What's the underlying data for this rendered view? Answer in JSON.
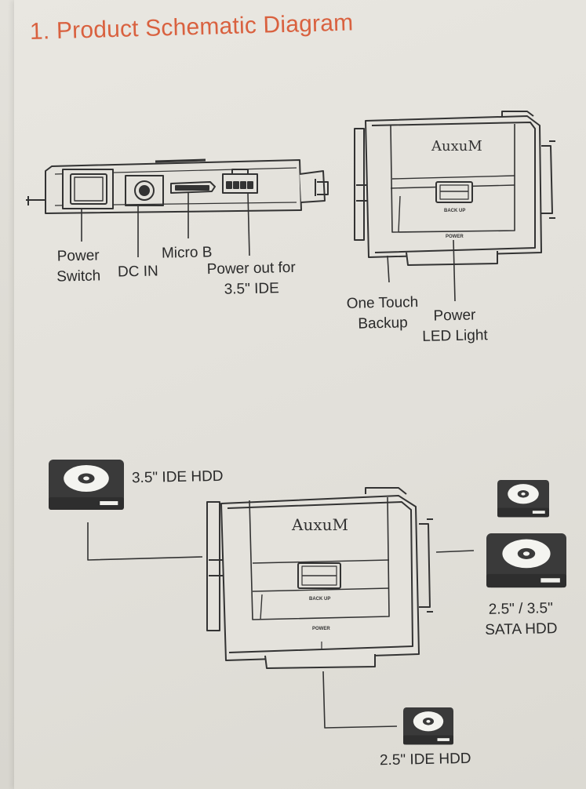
{
  "title": "1. Product Schematic Diagram",
  "side_view": {
    "power_switch": [
      "Power",
      "Switch"
    ],
    "dc_in": "DC IN",
    "micro_b": "Micro B",
    "power_out": [
      "Power out for",
      "3.5\" IDE"
    ]
  },
  "front_view": {
    "brand": "AuxuM",
    "backup_button_text": "BACK UP",
    "power_text": "POWER",
    "one_touch": [
      "One Touch",
      "Backup"
    ],
    "power_led": [
      "Power",
      "LED Light"
    ]
  },
  "connections": {
    "brand": "AuxuM",
    "backup_button_text": "BACK UP",
    "power_text": "POWER",
    "ide35": "3.5\" IDE HDD",
    "sata": [
      "2.5\" / 3.5\"",
      "SATA HDD"
    ],
    "ide25": "2.5\" IDE HDD"
  }
}
